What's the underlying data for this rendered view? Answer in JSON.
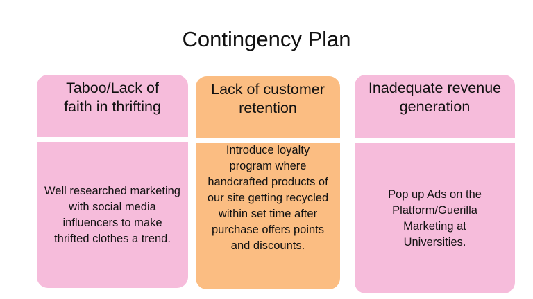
{
  "title": "Contingency Plan",
  "columns": [
    {
      "header": "Taboo/Lack of faith in thrifting",
      "body": "Well researched marketing with social media influencers to make thrifted clothes a trend.",
      "color": "#f6bcdb"
    },
    {
      "header": "Lack of customer retention",
      "body": "Introduce loyalty program where handcrafted products of our site getting recycled within set time after purchase offers points and discounts.",
      "color": "#fbbd82"
    },
    {
      "header": "Inadequate revenue generation",
      "body": "Pop up Ads on the Platform/Guerilla Marketing at Universities.",
      "color": "#f6bcdb"
    }
  ]
}
